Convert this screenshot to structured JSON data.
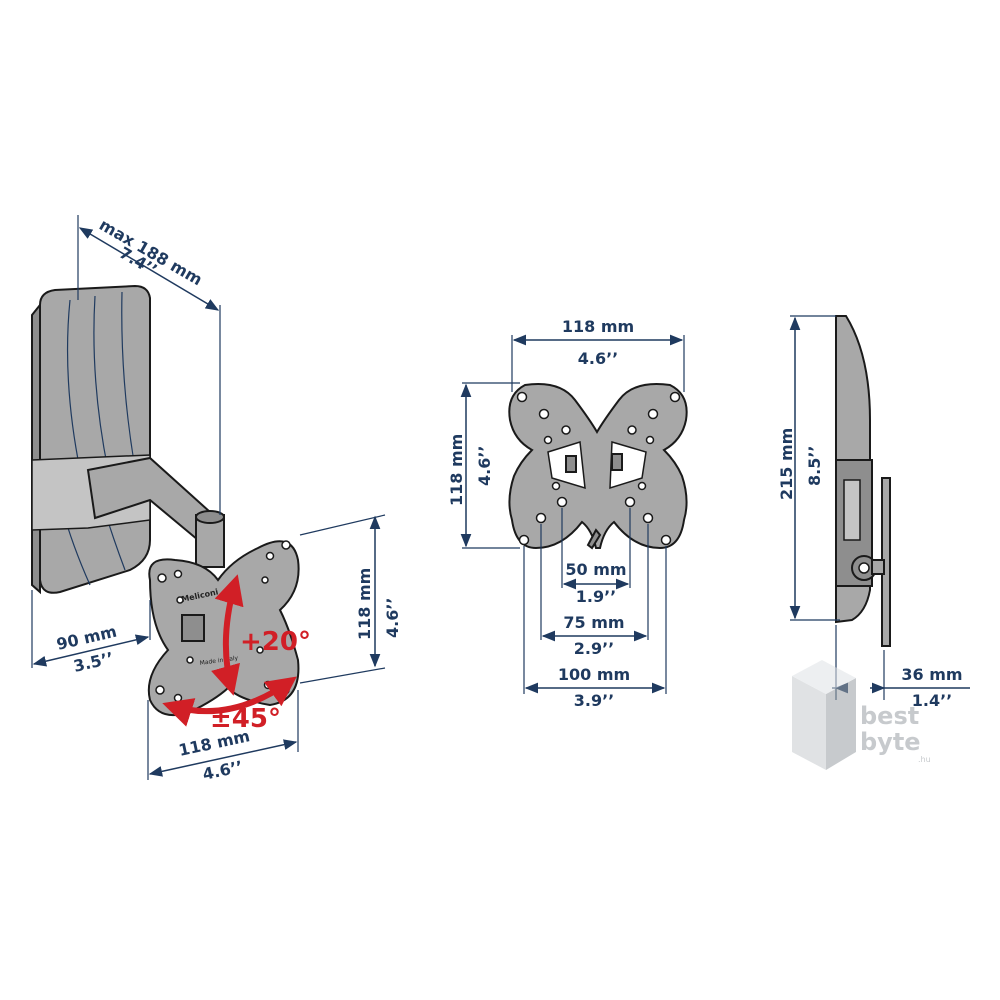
{
  "dimensions": {
    "depth_max": {
      "mm": "max 188 mm",
      "inch": "7.4’’"
    },
    "side_offset": {
      "mm": "90 mm",
      "inch": "3.5’’"
    },
    "plate_height_left": {
      "mm": "118 mm",
      "inch": "4.6’’"
    },
    "plate_width_left": {
      "mm": "118 mm",
      "inch": "4.6’’"
    },
    "plate_width_front": {
      "mm": "118 mm",
      "inch": "4.6’’"
    },
    "plate_height_front": {
      "mm": "118 mm",
      "inch": "4.6’’"
    },
    "vesa_50": {
      "mm": "50 mm",
      "inch": "1.9’’"
    },
    "vesa_75": {
      "mm": "75 mm",
      "inch": "2.9’’"
    },
    "vesa_100": {
      "mm": "100 mm",
      "inch": "3.9’’"
    },
    "height_side": {
      "mm": "215 mm",
      "inch": "8.5’’"
    },
    "wall_gap_side": {
      "mm": "36 mm",
      "inch": "1.4’’"
    }
  },
  "angles": {
    "tilt": "+20°",
    "swivel": "±45°"
  },
  "product_label": "Meliconi",
  "product_label_2": "Made in Italy",
  "watermark": {
    "line1": "best",
    "line2": "byte",
    "suffix": ".hu"
  },
  "colors": {
    "dimension": "#1f3a5f",
    "angle": "#d11f26",
    "part": "#a8a8a8",
    "watermark": "#9aa0a6"
  }
}
